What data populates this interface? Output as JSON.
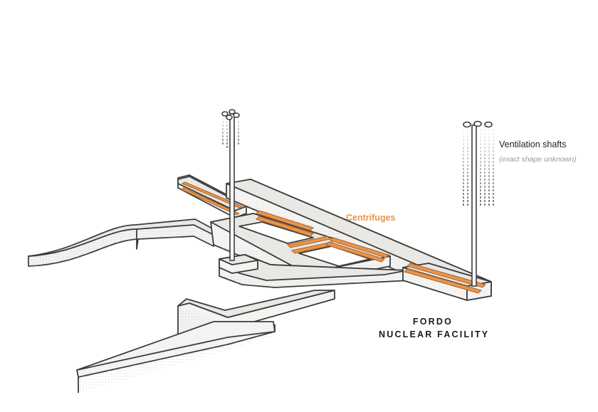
{
  "labels": {
    "ventilation_title": "Ventilation shafts",
    "ventilation_note": "(exact shape unknown)",
    "centrifuges": "Centrifuges",
    "facility_line1": "FORDO",
    "facility_line2": "NUCLEAR FACILITY"
  },
  "colors": {
    "tunnel_top": "#e9e8e5",
    "tunnel_side": "#f4f3f1",
    "outline": "#3d3d3d",
    "centrifuge": "#e8954a",
    "centrifuge_dark": "#a8622b",
    "label_accent": "#e8954a"
  }
}
